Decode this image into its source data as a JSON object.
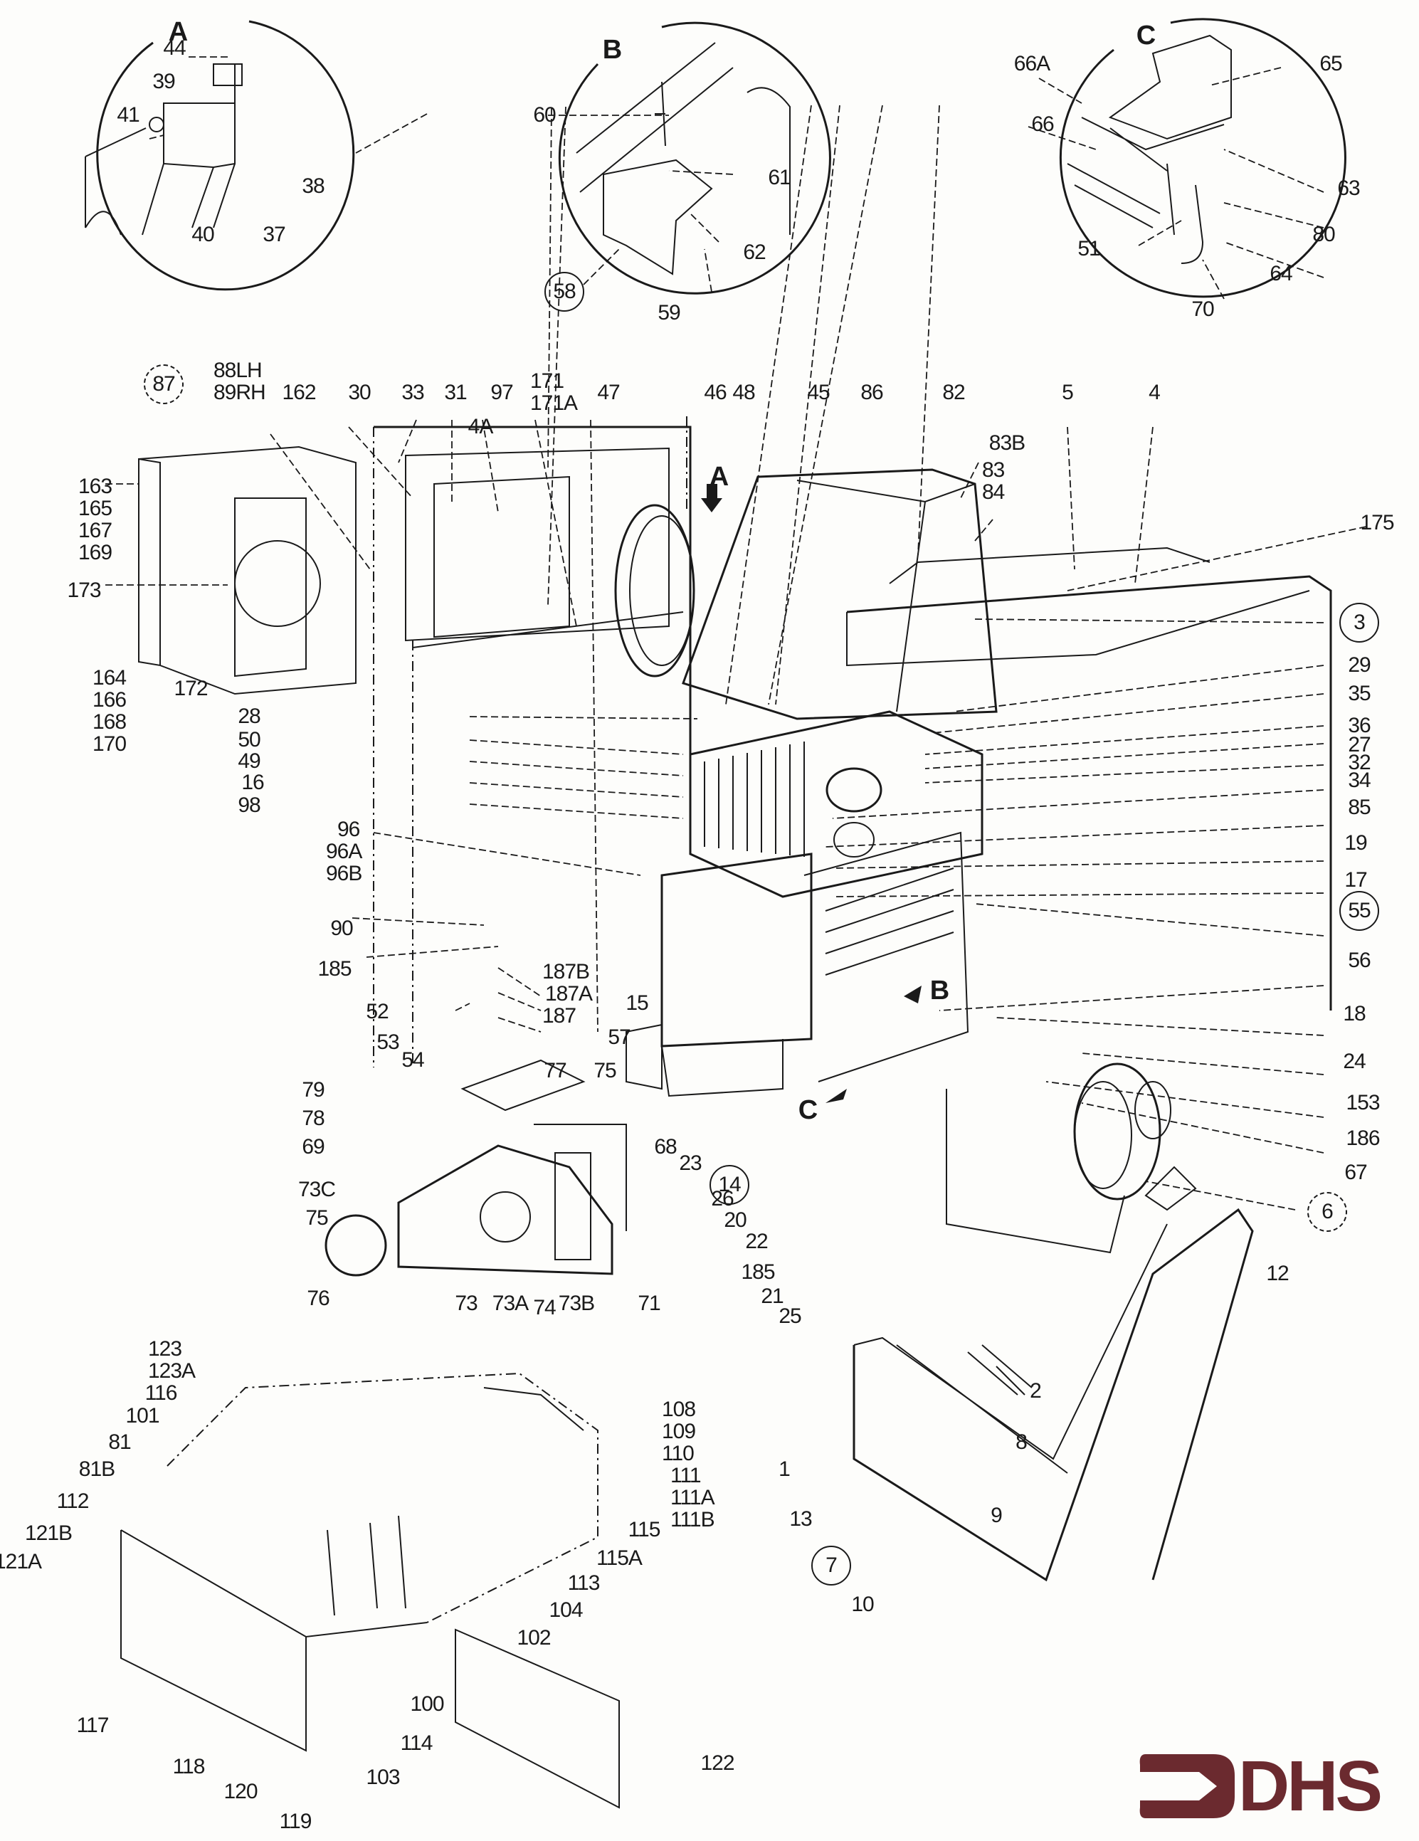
{
  "document": {
    "type": "exploded parts diagram",
    "brand_color": "#6b2a2f",
    "line_color": "#1a1a1a"
  },
  "details": [
    {
      "id": "A",
      "title": "A",
      "labels": [
        "44",
        "39",
        "41",
        "38",
        "40",
        "37"
      ]
    },
    {
      "id": "B",
      "title": "B",
      "labels": [
        "60",
        "61",
        "62",
        "59"
      ],
      "circled": [
        "58"
      ]
    },
    {
      "id": "C",
      "title": "C",
      "labels": [
        "66A",
        "65",
        "66",
        "63",
        "80",
        "51",
        "64",
        "70"
      ]
    }
  ],
  "labels": {
    "a44": "44",
    "a39": "39",
    "a41": "41",
    "a38": "38",
    "a40": "40",
    "a37": "37",
    "b60": "60",
    "b61": "61",
    "b62": "62",
    "b58": "58",
    "b59": "59",
    "c66a": "66A",
    "c65": "65",
    "c66": "66",
    "c63": "63",
    "c80": "80",
    "c51": "51",
    "c64": "64",
    "c70": "70",
    "detailA": "A",
    "detailB": "B",
    "detailC": "C",
    "arrowA": "A",
    "arrowB": "B",
    "arrowC": "C",
    "p87": "87",
    "p88_89": [
      "88LH",
      "89RH"
    ],
    "p162": "162",
    "p30": "30",
    "p33": "33",
    "p31": "31",
    "p97": "97",
    "p171": [
      "171",
      "171A"
    ],
    "p47": "47",
    "p4A": "4A",
    "p46": "46",
    "p48": "48",
    "p45": "45",
    "p86": "86",
    "p82": "82",
    "p83B": "83B",
    "p83_84": [
      "83",
      "84"
    ],
    "p5": "5",
    "p4": "4",
    "p175": "175",
    "p163": [
      "163",
      "165",
      "167",
      "169"
    ],
    "p173": "173",
    "p164": [
      "164",
      "166",
      "168",
      "170"
    ],
    "p172": "172",
    "p28": "28",
    "p50": "50",
    "p49": "49",
    "p16": "16",
    "p98": "98",
    "p96": [
      "96",
      "96A",
      "96B"
    ],
    "p90": "90",
    "p185a": "185",
    "p187": [
      "187B",
      "187A",
      "187"
    ],
    "p15": "15",
    "p52": "52",
    "p53": "53",
    "p54": "54",
    "p57": "57",
    "p79": "79",
    "p77": "77",
    "p75a": "75",
    "p78": "78",
    "p69": "69",
    "p73C": "73C",
    "p75b": "75",
    "p76": "76",
    "p68": "68",
    "p23": "23",
    "p14": "14",
    "p26": "26",
    "p73": "73",
    "p73A": "73A",
    "p74": "74",
    "p73B": "73B",
    "p71": "71",
    "p20": "20",
    "p22": "22",
    "p185b": "185",
    "p21": "21",
    "p25": "25",
    "p3": "3",
    "p29": "29",
    "p35": "35",
    "p36": "36",
    "p27": "27",
    "p32": "32",
    "p34": "34",
    "p85": "85",
    "p19": "19",
    "p17": "17",
    "p55": "55",
    "p56": "56",
    "p18": "18",
    "p24": "24",
    "p153": "153",
    "p186": "186",
    "p67": "67",
    "p6": "6",
    "p12": "12",
    "p2": "2",
    "p8": "8",
    "p9": "9",
    "p1": "1",
    "p13": "13",
    "p7": "7",
    "p10": "10",
    "p123": [
      "123",
      "123A"
    ],
    "p116": "116",
    "p101": "101",
    "p81": "81",
    "p81B": "81B",
    "p112": "112",
    "p121B": "121B",
    "p121A": "121A",
    "p108": [
      "108",
      "109",
      "110"
    ],
    "p111": [
      "111",
      "111A",
      "111B"
    ],
    "p115": "115",
    "p115A": "115A",
    "p113": "113",
    "p104": "104",
    "p102": "102",
    "p100": "100",
    "p114": "114",
    "p117": "117",
    "p118": "118",
    "p120": "120",
    "p119": "119",
    "p103": "103",
    "p122": "122"
  },
  "logo": {
    "text": "DHS",
    "icon": "arrow-bracket-icon"
  }
}
